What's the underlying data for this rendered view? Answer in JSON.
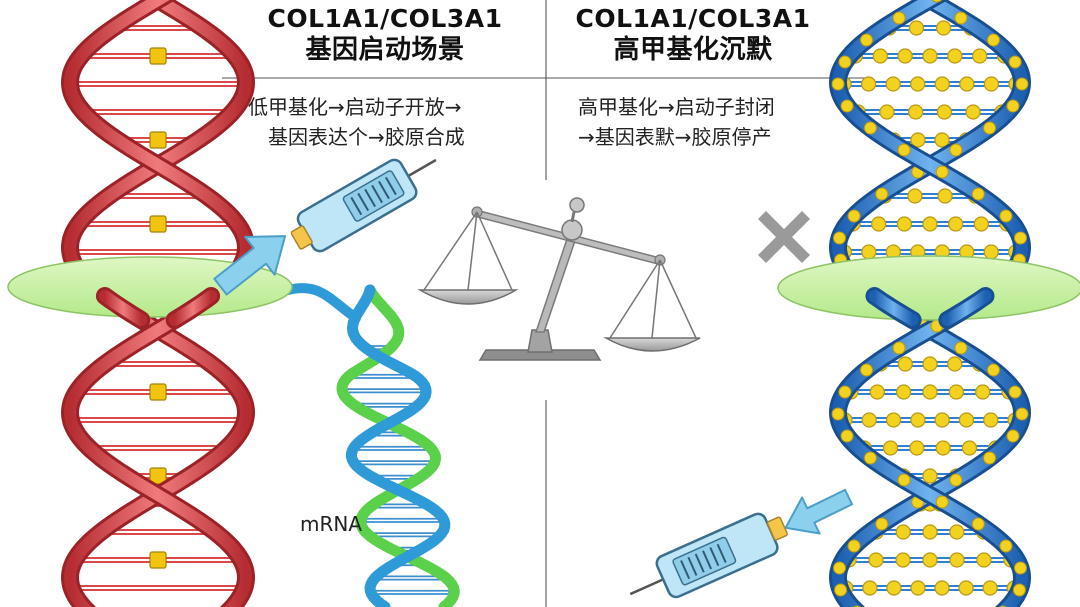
{
  "left_panel": {
    "title_line1": "COL1A1/COL3A1",
    "title_line2": "基因启动场景",
    "desc_line1": "低甲基化→启动子开放→",
    "desc_line2": "基因表达个→胶原合成"
  },
  "right_panel": {
    "title_line1": "COL1A1/COL3A1",
    "title_line2": "高甲基化沉默",
    "desc_line1": "高甲基化→启动子封闭",
    "desc_line2": "→基因表默→胶原停产"
  },
  "labels": {
    "mrna": "mRNA"
  },
  "colors": {
    "left_dna": "#d9484b",
    "right_dna": "#2f7fd6",
    "mrna_green": "#5bd04a",
    "mrna_blue": "#2f9ad8",
    "methyl_bead": "#f2d21e",
    "promoter_disc": "#c9f0a6",
    "arrow": "#86cce8",
    "scale": "#8a8a8a"
  },
  "icons": [
    "syringe-icon",
    "arrow-icon",
    "balance-scale-icon",
    "cross-mark-icon"
  ]
}
